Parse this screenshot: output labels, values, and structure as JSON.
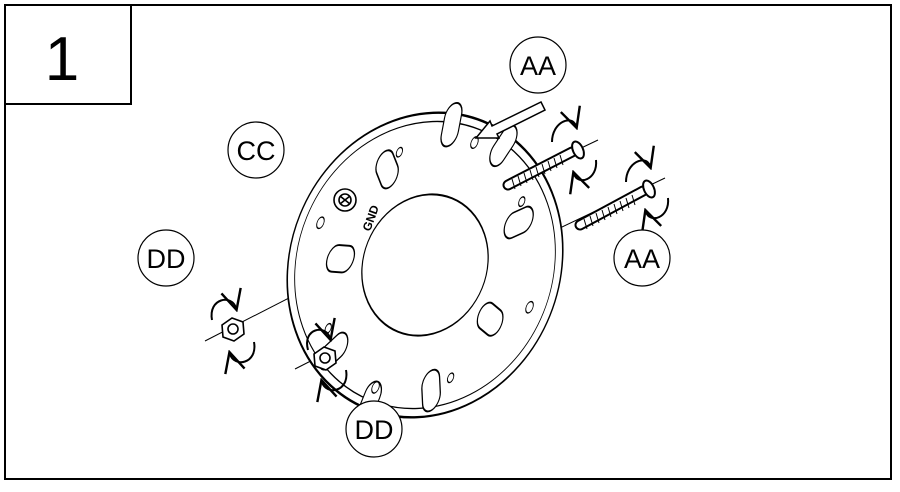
{
  "step": {
    "number": "1"
  },
  "callouts": {
    "aa_top": "AA",
    "aa_right": "AA",
    "cc": "CC",
    "dd_left": "DD",
    "dd_bottom": "DD"
  },
  "plate_marking": "GND",
  "colors": {
    "line": "#000000",
    "background": "#ffffff"
  }
}
